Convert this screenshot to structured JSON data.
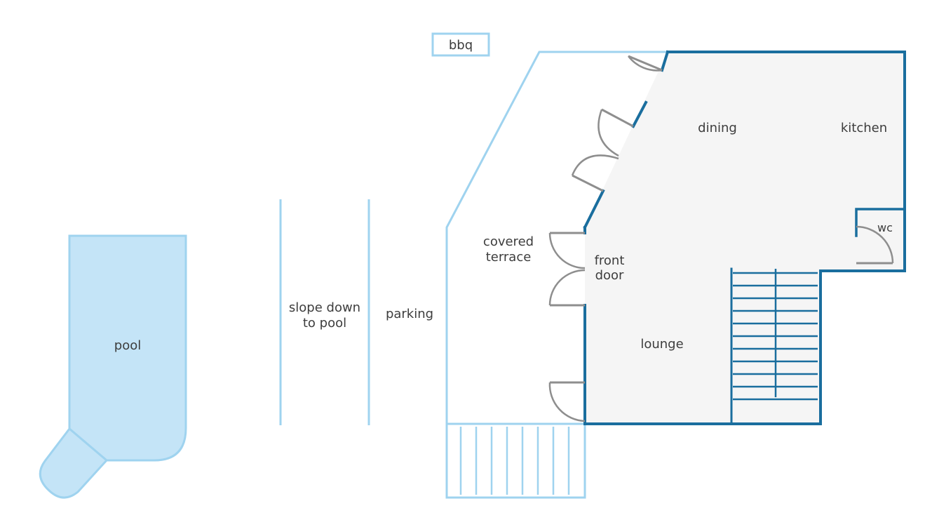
{
  "colors": {
    "pool_fill": "#c4e4f7",
    "outdoor_line": "#9fd3ef",
    "wall": "#1a6e9e",
    "floor": "#f5f5f5",
    "door": "#8e8e8e",
    "text": "#3d3d3d"
  },
  "labels": {
    "bbq": "bbq",
    "dining": "dining",
    "kitchen": "kitchen",
    "wc": "wc",
    "covered_terrace_1": "covered",
    "covered_terrace_2": "terrace",
    "front_door_1": "front",
    "front_door_2": "door",
    "lounge": "lounge",
    "pool": "pool",
    "slope_1": "slope down",
    "slope_2": "to pool",
    "parking": "parking"
  }
}
